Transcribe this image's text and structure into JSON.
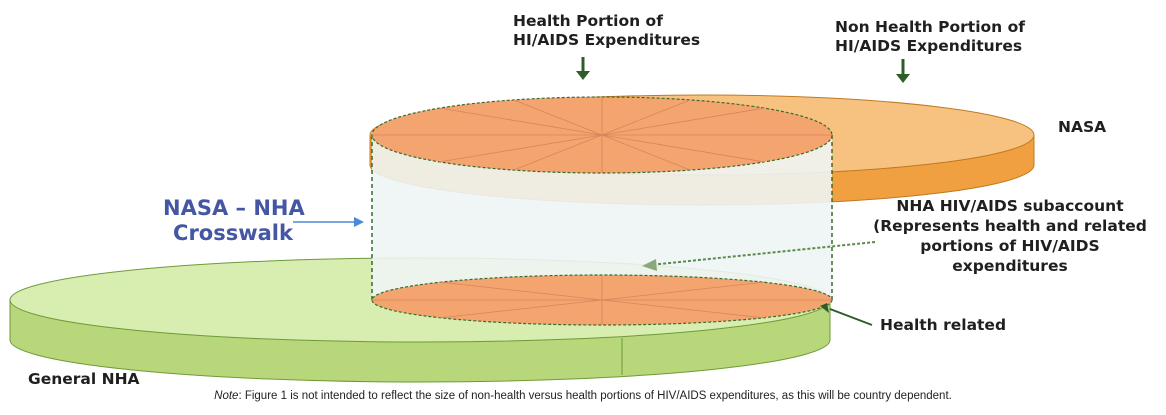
{
  "labels": {
    "health_portion": [
      "Health Portion of",
      "HI/AIDS Expenditures"
    ],
    "non_health_portion": [
      "Non Health Portion of",
      "HI/AIDS Expenditures"
    ],
    "nasa": "NASA",
    "crosswalk": [
      "NASA – NHA",
      "Crosswalk"
    ],
    "subaccount": [
      "NHA HIV/AIDS subaccount",
      "(Represents health and related",
      "portions of HIV/AIDS",
      "expenditures"
    ],
    "health_related": "Health related",
    "general_nha": "General NHA"
  },
  "note": {
    "prefix": "Note",
    "text": ": Figure 1 is not intended to reflect the size of non-health versus health portions of HIV/AIDS expenditures, as this will be country dependent."
  },
  "colors": {
    "nasa_orange": "#f0a040",
    "health_disc": "#f3a46f",
    "nha_green": "#cfe89a",
    "arrow_dark_green": "#2f5d2a",
    "crosswalk_blue": "#4456a4"
  }
}
